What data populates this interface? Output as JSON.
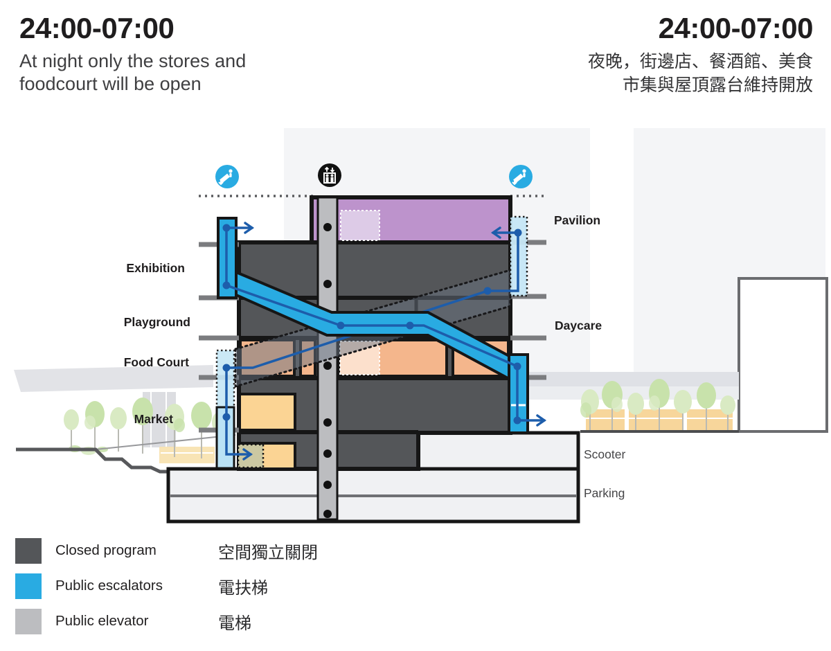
{
  "header_left": {
    "title": "24:00-07:00",
    "subtitle_line1": "At night only the stores and",
    "subtitle_line2": "foodcourt will be open"
  },
  "header_right": {
    "title": "24:00-07:00",
    "subtitle_line1": "夜晚，街邊店、餐酒館、美食",
    "subtitle_line2": "市集與屋頂露台維持開放"
  },
  "labels": {
    "exhibition": "Exhibition",
    "playground": "Playground",
    "food_court": "Food Court",
    "market": "Market",
    "pavilion": "Pavilion",
    "daycare": "Daycare",
    "scooter": "Scooter",
    "parking": "Parking"
  },
  "legend": {
    "items": [
      {
        "label": "Closed program",
        "label_zh": "空間獨立關閉",
        "color": "#58595b"
      },
      {
        "label": "Public escalators",
        "label_zh": "電扶梯",
        "color": "#29abe2"
      },
      {
        "label": "Public elevator",
        "label_zh": "電梯",
        "color": "#bcbdc0"
      }
    ]
  },
  "icons": {
    "left": "escalator-icon",
    "center": "elevator-icon",
    "right": "escalator-icon"
  },
  "colors": {
    "closed": "#545659",
    "escalator": "#29abe2",
    "elevator": "#bcbdc0",
    "route": "#1d5dab",
    "pavilion": "#bd93cc",
    "pavlight": "#ddcbe7",
    "orange": "#f4b68c",
    "orangelight": "#fce0cc",
    "market": "#fbd494",
    "olive": "#cbc8a2",
    "paleblue": "#c6e7f6",
    "outline": "#161616",
    "slab": "#7b7c7f",
    "bgblock": "#f4f5f7",
    "basement": "#f0f1f3"
  }
}
